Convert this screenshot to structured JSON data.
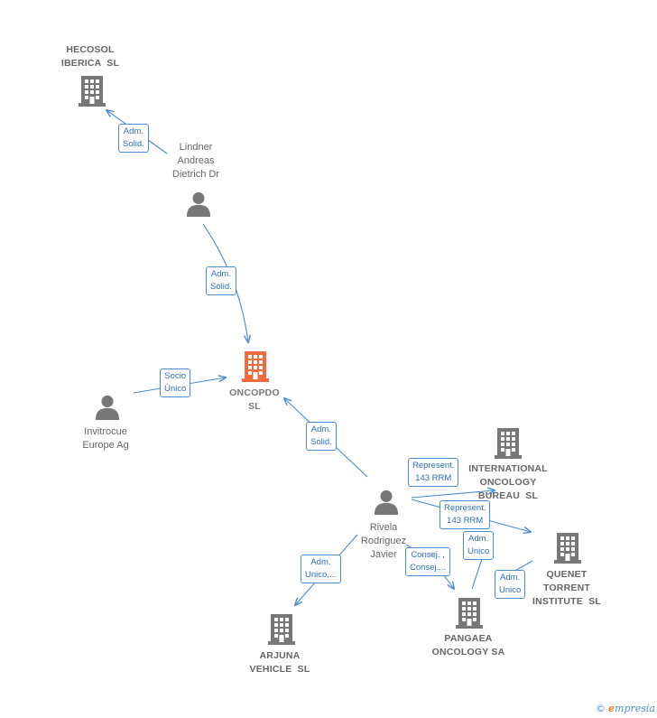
{
  "colors": {
    "edge": "#4a8bd6",
    "company": "#777777",
    "focus_company": "#f26a3d",
    "person": "#777777"
  },
  "nodes": [
    {
      "id": "hecosol",
      "type": "company",
      "label": "HECOSOL\nIBERICA  SL",
      "icon": "building-icon"
    },
    {
      "id": "lindner",
      "type": "person",
      "label": "Lindner\nAndreas\nDietrich Dr",
      "icon": "person-icon"
    },
    {
      "id": "oncopdo",
      "type": "company",
      "focus": true,
      "label": "ONCOPDO\nSL",
      "icon": "building-icon"
    },
    {
      "id": "invitrocue",
      "type": "person",
      "label": "Invitrocue\nEurope Ag",
      "icon": "person-icon"
    },
    {
      "id": "rivela",
      "type": "person",
      "label": "Rivela\nRodriguez\nJavier",
      "icon": "person-icon"
    },
    {
      "id": "intl",
      "type": "company",
      "label": "INTERNATIONAL\nONCOLOGY\nBUREAU  SL",
      "icon": "building-icon"
    },
    {
      "id": "quenet",
      "type": "company",
      "label": "QUENET\nTORRENT\nINSTITUTE  SL",
      "icon": "building-icon"
    },
    {
      "id": "pangaea",
      "type": "company",
      "label": "PANGAEA\nONCOLOGY SA",
      "icon": "building-icon"
    },
    {
      "id": "arjuna",
      "type": "company",
      "label": "ARJUNA\nVEHICLE  SL",
      "icon": "building-icon"
    }
  ],
  "edges": [
    {
      "from": "lindner",
      "to": "hecosol",
      "label": "Adm.\nSolid."
    },
    {
      "from": "lindner",
      "to": "oncopdo",
      "label": "Adm.\nSolid."
    },
    {
      "from": "invitrocue",
      "to": "oncopdo",
      "label": "Socio\nÚnico"
    },
    {
      "from": "rivela",
      "to": "oncopdo",
      "label": "Adm.\nSolid."
    },
    {
      "from": "rivela",
      "to": "intl",
      "label": "Represent.\n143 RRM"
    },
    {
      "from": "rivela",
      "to": "quenet",
      "label": "Represent.\n143 RRM"
    },
    {
      "from": "rivela",
      "to": "pangaea",
      "label": "Consej. ,\nConsej...."
    },
    {
      "from": "pangaea",
      "to": "quenet",
      "label": "Adm.\nUnico"
    },
    {
      "from": "quenet",
      "to": "pangaea",
      "label": "Adm.\nUnico"
    },
    {
      "from": "rivela",
      "to": "arjuna",
      "label": "Adm.\nUnico,..."
    }
  ],
  "brand": {
    "copyright": "©",
    "name_first": "e",
    "name_rest": "mpresia"
  }
}
